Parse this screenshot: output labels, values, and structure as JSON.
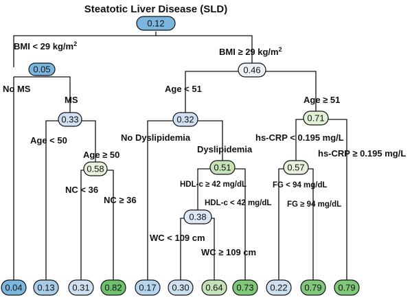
{
  "title": "Steatotic Liver Disease (SLD)",
  "colors": {
    "root": "#7ab6dd",
    "n1": "#7ab6dd",
    "n2": "#eef3f8",
    "n3": "#cfe1f0",
    "n4": "#e6f0da",
    "n5": "#cfe1f0",
    "n6": "#e2f0d6",
    "n7": "#c5e3b6",
    "n8": "#e6f0da",
    "n9": "#dce8f3",
    "leaf1": "#7ab6dd",
    "leaf2": "#a9cce8",
    "leaf3": "#cfe1f0",
    "leaf4": "#6cc26b",
    "leaf5": "#b7d6ee",
    "leaf6": "#cfe1f0",
    "leaf7": "#c5e3b6",
    "leaf8": "#80c97b",
    "leaf9": "#cfe1f0",
    "leaf10": "#80c97b",
    "leaf11": "#80c97b"
  },
  "nodes": {
    "root": "0.12",
    "n1": "0.05",
    "n2": "0.46",
    "n3": "0.33",
    "n4": "0.58",
    "n5": "0.32",
    "n6": "0.71",
    "n7": "0.51",
    "n8": "0.57",
    "n9": "0.38"
  },
  "leaves": [
    "0.04",
    "0.13",
    "0.31",
    "0.82",
    "0.17",
    "0.30",
    "0.64",
    "0.73",
    "0.22",
    "0.79",
    "0.79"
  ],
  "labels": {
    "bmi_lt": "BMI < 29 kg/m",
    "bmi_ge": "BMI ≥ 29 kg/m",
    "sup": "2",
    "no_ms": "No MS",
    "ms": "MS",
    "age_lt50": "Age < 50",
    "age_ge50": "Age ≥ 50",
    "nc_lt": "NC < 36",
    "nc_ge": "NC ≥ 36",
    "age_lt51": "Age < 51",
    "age_ge51": "Age ≥ 51",
    "no_dys": "No Dyslipidemia",
    "dys": "Dyslipidemia",
    "hdl_ge": "HDL-c ≥ 42 mg/dL",
    "hdl_lt": "HDL-c < 42 mg/dL",
    "wc_lt": "WC < 109 cm",
    "wc_ge": "WC ≥ 109 cm",
    "crp_lt": "hs-CRP < 0.195 mg/L",
    "crp_ge": "hs-CRP ≥ 0.195 mg/L",
    "fg_lt": "FG < 94 mg/dL",
    "fg_ge": "FG ≥ 94 mg/dL"
  }
}
